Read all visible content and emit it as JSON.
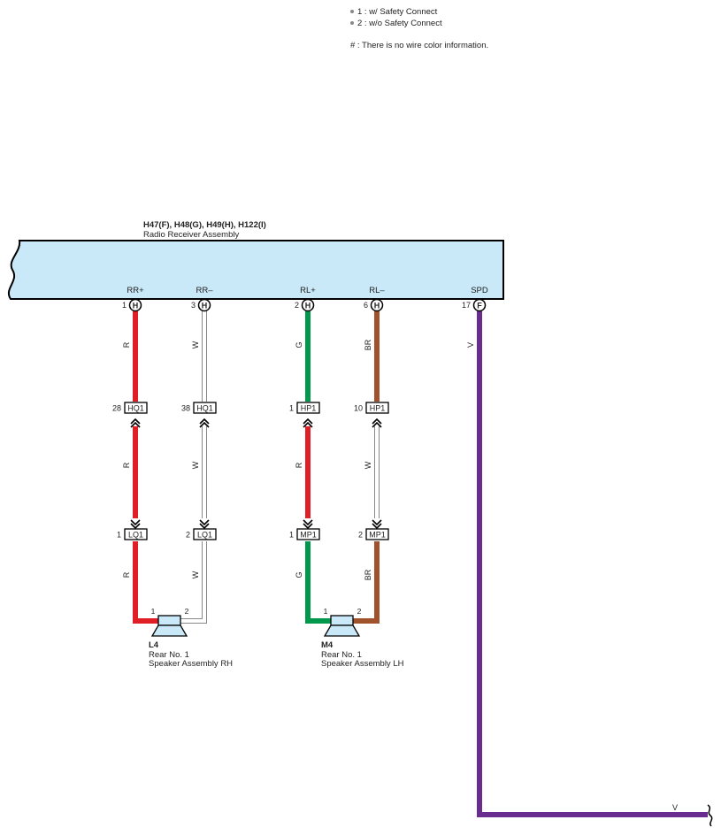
{
  "notes": {
    "n1": "1 : w/ Safety Connect",
    "n2": "2 : w/o Safety Connect",
    "n3": "# : There is no wire color information."
  },
  "radio": {
    "codes": "H47(F), H48(G), H49(H), H122(I)",
    "name": "Radio Receiver Assembly",
    "pins": [
      {
        "label": "RR+",
        "num": "1",
        "conn": "H"
      },
      {
        "label": "RR–",
        "num": "3",
        "conn": "H"
      },
      {
        "label": "RL+",
        "num": "2",
        "conn": "H"
      },
      {
        "label": "RL–",
        "num": "6",
        "conn": "H"
      },
      {
        "label": "SPD",
        "num": "17",
        "conn": "F"
      }
    ]
  },
  "wires": [
    {
      "upper": "R",
      "mid": "R",
      "lower": "R",
      "upper_color": "#e01e25",
      "lower_color": "#e01e25"
    },
    {
      "upper": "W",
      "mid": "W",
      "lower": "W",
      "upper_color": "#ffffff",
      "lower_color": "#ffffff"
    },
    {
      "upper": "G",
      "mid": "R",
      "lower": "G",
      "upper_color": "#00994c",
      "lower_color": "#e01e25"
    },
    {
      "upper": "BR",
      "mid": "W",
      "lower": "BR",
      "upper_color": "#a0522d",
      "lower_color": "#ffffff"
    },
    {
      "upper": "V",
      "bottom": "V",
      "upper_color": "#6a2c8e"
    }
  ],
  "connectors_mid": [
    {
      "num": "28",
      "label": "HQ1"
    },
    {
      "num": "38",
      "label": "HQ1"
    },
    {
      "num": "1",
      "label": "HP1"
    },
    {
      "num": "10",
      "label": "HP1"
    }
  ],
  "connectors_low": [
    {
      "num": "1",
      "label": "LQ1"
    },
    {
      "num": "2",
      "label": "LQ1"
    },
    {
      "num": "1",
      "label": "MP1"
    },
    {
      "num": "2",
      "label": "MP1"
    }
  ],
  "speakers": [
    {
      "code": "L4",
      "line1": "Rear No.  1",
      "line2": "Speaker Assembly RH",
      "pin1": "1",
      "pin2": "2"
    },
    {
      "code": "M4",
      "line1": "Rear No.  1",
      "line2": "Speaker Assembly LH",
      "pin1": "1",
      "pin2": "2"
    }
  ]
}
